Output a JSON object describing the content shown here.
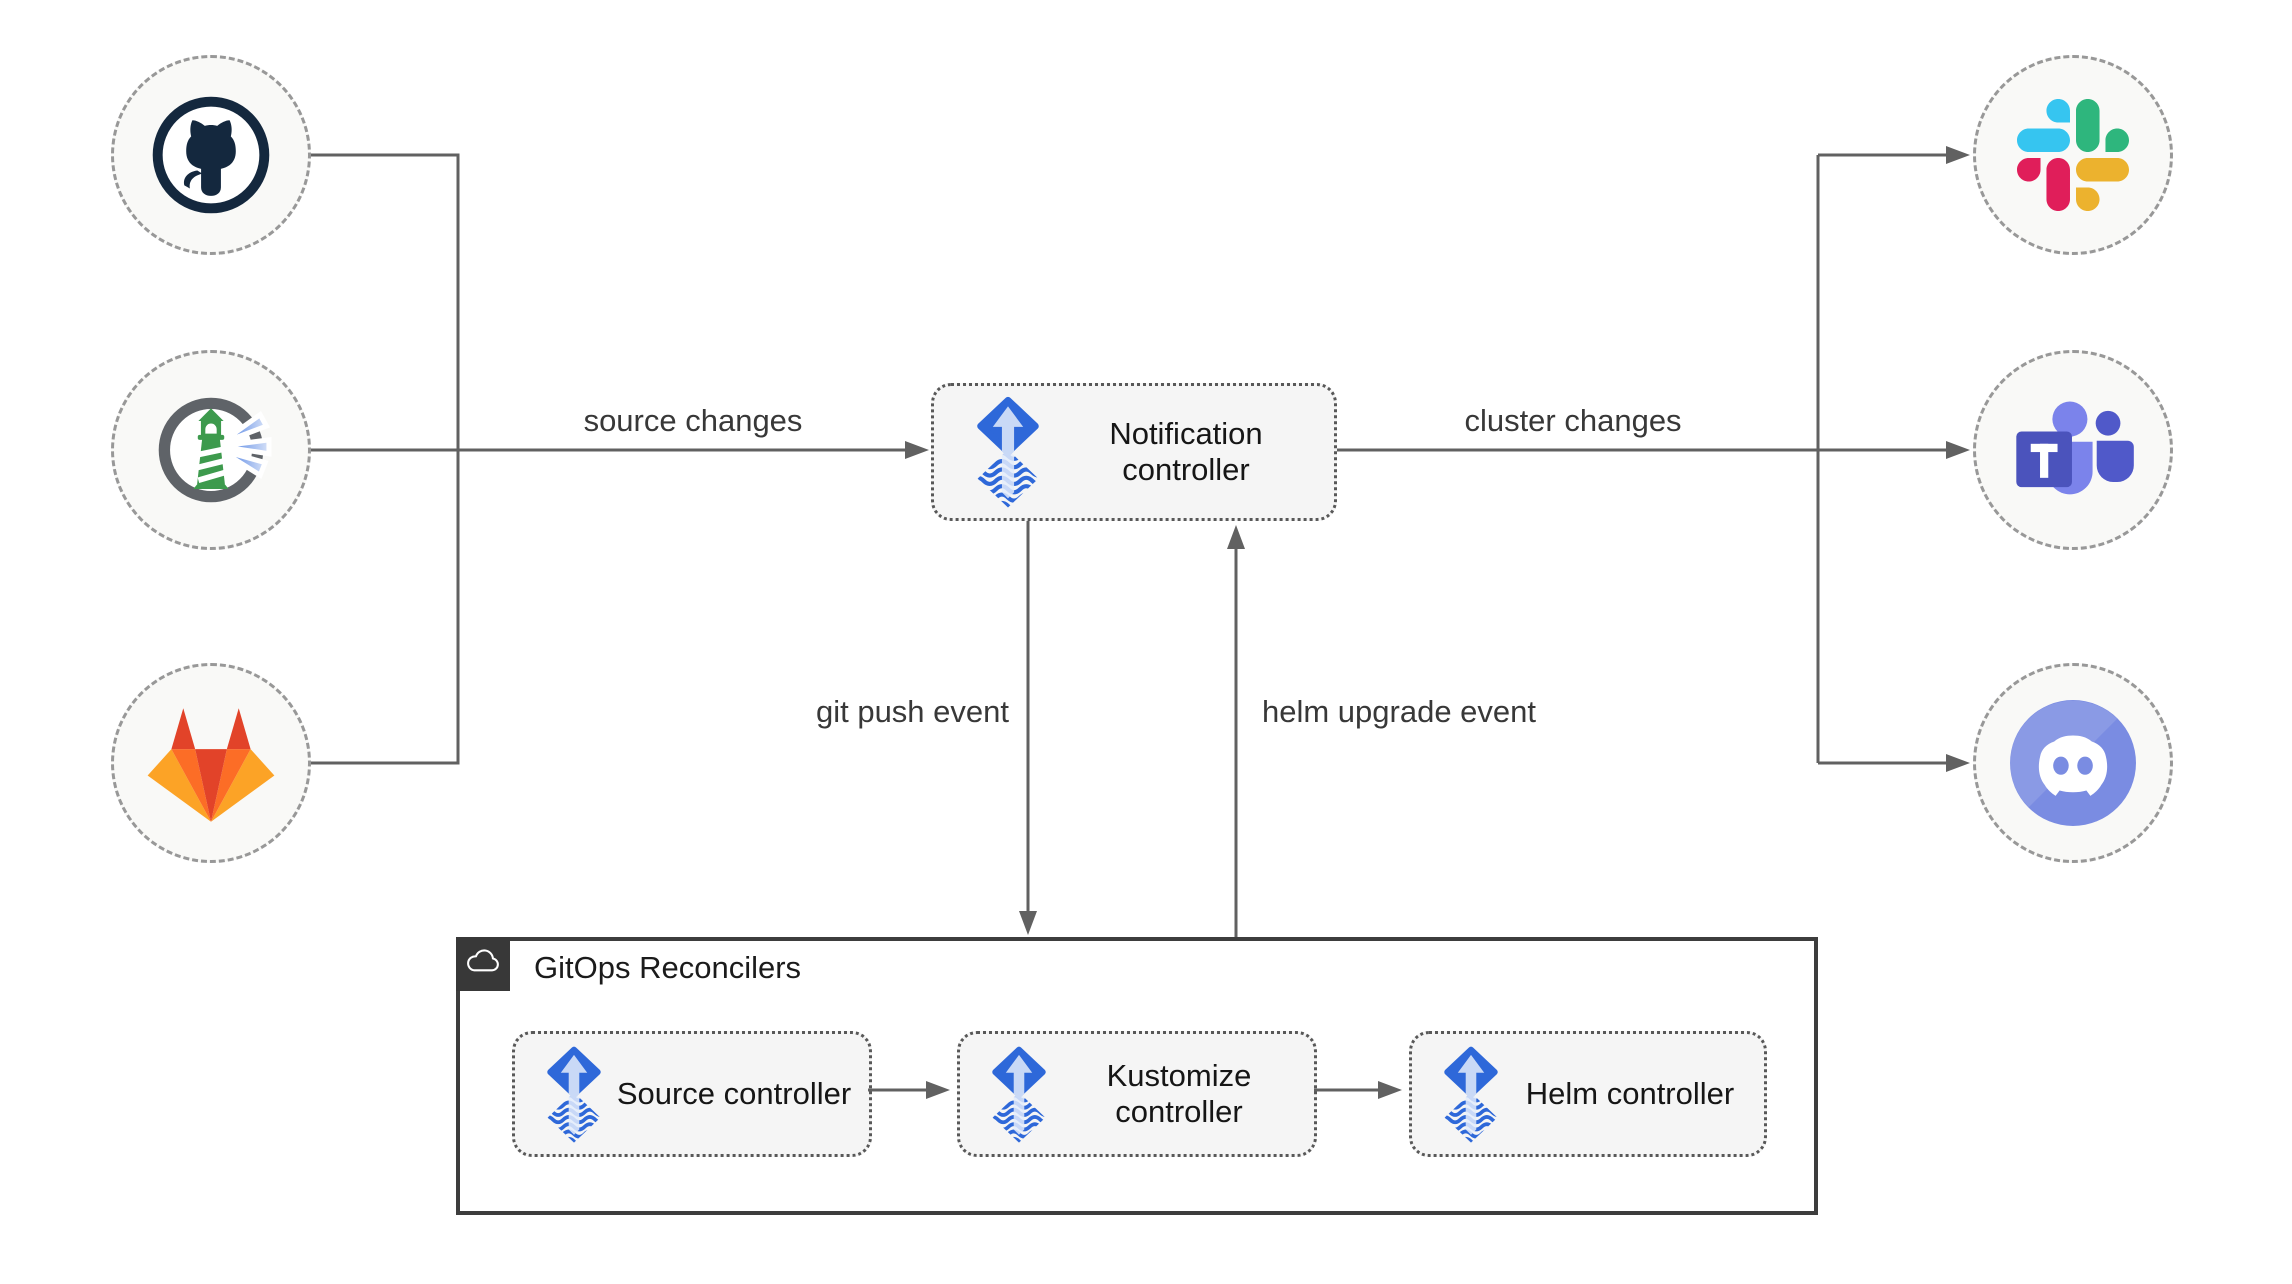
{
  "diagram": {
    "background": "#ffffff",
    "line_color": "#616161",
    "node_fill": "#f9f9f7",
    "box_fill": "#f5f5f5",
    "sources": [
      {
        "icon": "github-icon"
      },
      {
        "icon": "harbor-icon"
      },
      {
        "icon": "gitlab-icon"
      }
    ],
    "targets": [
      {
        "icon": "slack-icon"
      },
      {
        "icon": "teams-icon"
      },
      {
        "icon": "discord-icon"
      }
    ],
    "notification": {
      "label": "Notification controller",
      "icon": "flux-icon"
    },
    "edges": {
      "source_changes": "source changes",
      "cluster_changes": "cluster changes",
      "git_push": "git push event",
      "helm_upgrade": "helm upgrade event"
    },
    "reconcilers": {
      "title": "GitOps Reconcilers",
      "icon": "cloud-icon",
      "controllers": [
        {
          "label": "Source controller",
          "icon": "flux-icon"
        },
        {
          "label": "Kustomize controller",
          "icon": "flux-icon"
        },
        {
          "label": "Helm controller",
          "icon": "flux-icon"
        }
      ]
    },
    "colors": {
      "flux_blue": "#2e68d9",
      "flux_arrow": "#c9d9f6",
      "github_dark": "#14283e",
      "harbor_gray": "#5f6368",
      "harbor_green": "#3d9a4d",
      "gitlab": [
        "#e24329",
        "#fc6d26",
        "#fca326"
      ],
      "slack": [
        "#36C5F0",
        "#2EB67D",
        "#ECB22E",
        "#E01E5A"
      ],
      "teams": [
        "#4b53bc",
        "#7b83eb",
        "#5059c9"
      ],
      "discord": "#7a8ce2"
    }
  }
}
